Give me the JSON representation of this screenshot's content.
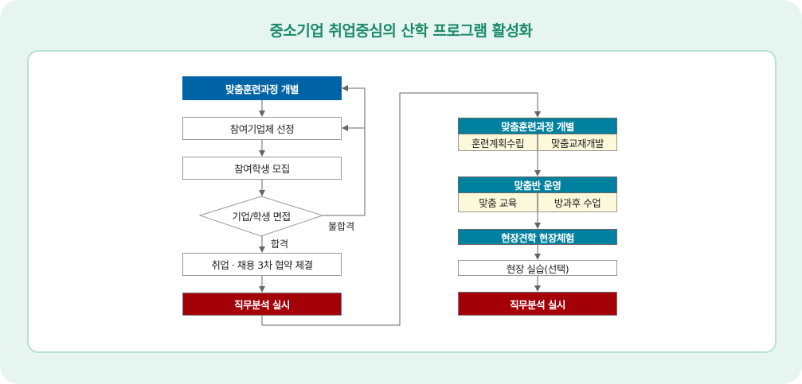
{
  "title": "중소기업 취업중심의 산학 프로그램 활성화",
  "left": {
    "steps": [
      "맞춤훈련과정 개별",
      "참여기업체 선정",
      "참여학생 모집",
      "기업/학생 면접",
      "취업 · 채용 3차 협약 체결",
      "직무분석 실시"
    ],
    "fail_label": "불합격",
    "pass_label": "합격"
  },
  "right": {
    "stage1": {
      "title": "맞춤훈련과정 개별",
      "items": [
        "훈련계획수립",
        "맞춤교재개발"
      ]
    },
    "stage2": {
      "title": "맞춤반 운영",
      "items": [
        "맞춤 교육",
        "방과후 수업"
      ]
    },
    "stage3": "현장견학 현장체험",
    "stage4": "현장 실습(선택)",
    "stage5": "직무분석 실시"
  },
  "colors": {
    "blue": "#0063a6",
    "red": "#a30008",
    "teal": "#00819f",
    "cream": "#fdf8d9",
    "title": "#1b8a68"
  }
}
